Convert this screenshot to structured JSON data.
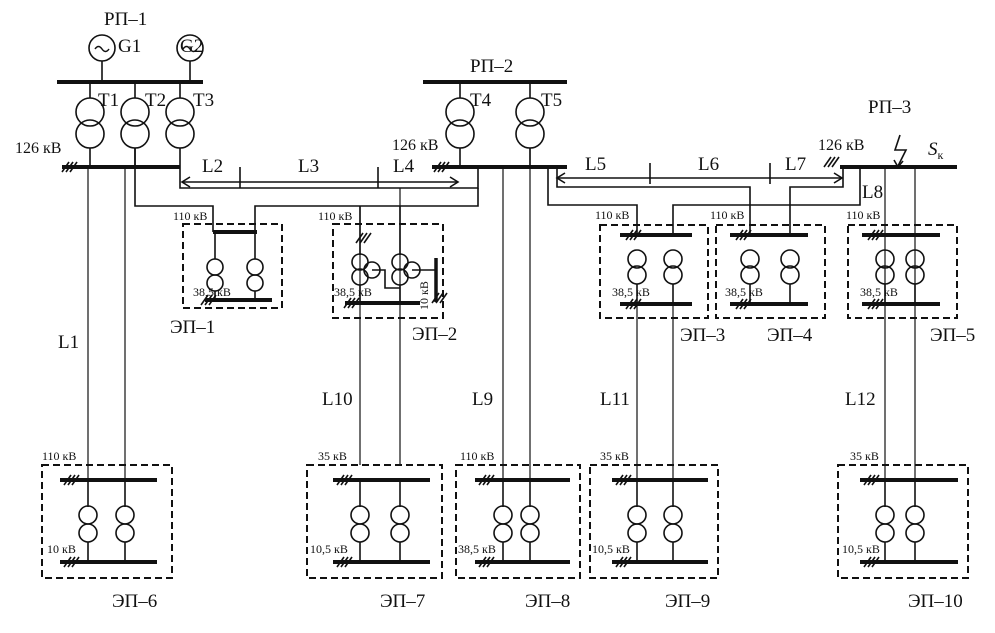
{
  "colors": {
    "ink": "#111111",
    "background": "#ffffff"
  },
  "nodes": {
    "rp1": "РП–1",
    "rp2": "РП–2",
    "rp3": "РП–3",
    "g1": "G1",
    "g2": "G2",
    "t1": "T1",
    "t2": "T2",
    "t3": "T3",
    "t4": "T4",
    "t5": "T5",
    "sk": "S",
    "sk_sub": "к"
  },
  "voltages": {
    "rp1": "126 кВ",
    "rp2": "126 кВ",
    "rp3": "126 кВ"
  },
  "lines": [
    "L1",
    "L2",
    "L3",
    "L4",
    "L5",
    "L6",
    "L7",
    "L8",
    "L9",
    "L10",
    "L11",
    "L12"
  ],
  "substations": [
    {
      "name": "ЭП–1",
      "hv": "110 кВ",
      "lv": "38,5 кВ"
    },
    {
      "name": "ЭП–2",
      "hv": "110 кВ",
      "lv": "38,5 кВ",
      "tv": "10 кВ"
    },
    {
      "name": "ЭП–3",
      "hv": "110 кВ",
      "lv": "38,5 кВ"
    },
    {
      "name": "ЭП–4",
      "hv": "110 кВ",
      "lv": "38,5 кВ"
    },
    {
      "name": "ЭП–5",
      "hv": "110 кВ",
      "lv": "38,5 кВ"
    },
    {
      "name": "ЭП–6",
      "hv": "110 кВ",
      "lv": "10 кВ"
    },
    {
      "name": "ЭП–7",
      "hv": "35 кВ",
      "lv": "10,5 кВ"
    },
    {
      "name": "ЭП–8",
      "hv": "110 кВ",
      "lv": "38,5 кВ"
    },
    {
      "name": "ЭП–9",
      "hv": "35 кВ",
      "lv": "10,5 кВ"
    },
    {
      "name": "ЭП–10",
      "hv": "35 кВ",
      "lv": "10,5 кВ"
    }
  ]
}
